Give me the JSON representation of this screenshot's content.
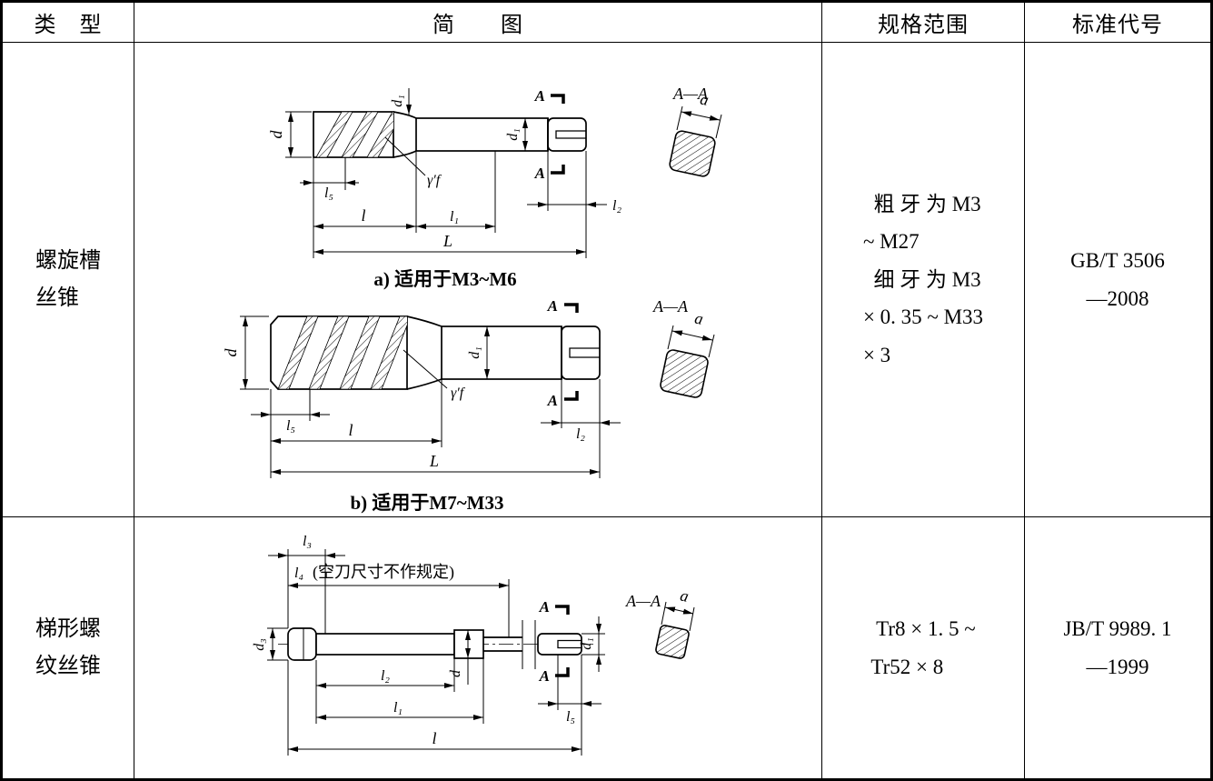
{
  "colors": {
    "ink": "#000000",
    "paper": "#ffffff"
  },
  "header": {
    "col_type": "类　型",
    "col_diagram": "简　　图",
    "col_spec": "规格范围",
    "col_standard": "标准代号"
  },
  "rows": [
    {
      "type": "螺旋槽\n丝锥",
      "caption_a": "a) 适用于M3~M6",
      "caption_b": "b) 适用于M7~M33",
      "spec": "  粗 牙 为 M3\n~ M27\n  细 牙 为 M3\n× 0. 35 ~ M33\n× 3",
      "standard": "GB/T 3506\n—2008"
    },
    {
      "type": "梯形螺\n纹丝锥",
      "spec": " Tr8 × 1. 5 ~\nTr52 × 8",
      "standard": "JB/T 9989. 1\n—1999"
    }
  ],
  "sym": {
    "d": "d",
    "d1": "d₁",
    "d3": "d₃",
    "l": "l",
    "l1": "l₁",
    "l2": "l₂",
    "l3": "l₃",
    "l4": "l₄",
    "l5": "l₅",
    "L": "L",
    "A": "A",
    "AA": "A—A",
    "a": "a",
    "gamma": "γ′f",
    "l4_note": "(空刀尺寸不作规定)"
  }
}
